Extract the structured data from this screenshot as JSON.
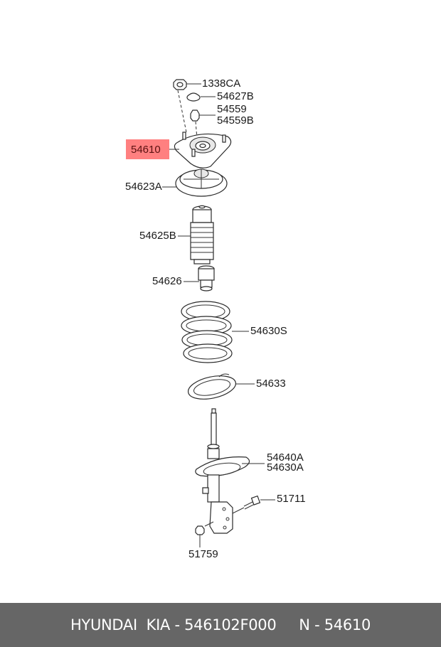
{
  "diagram": {
    "highlighted_part": "54610",
    "highlight_color": "#ff8080",
    "labels": [
      {
        "id": "1338CA",
        "text": "1338CA"
      },
      {
        "id": "54627B",
        "text": "54627B"
      },
      {
        "id": "54559",
        "text": "54559"
      },
      {
        "id": "54559B",
        "text": "54559B"
      },
      {
        "id": "54610",
        "text": "54610"
      },
      {
        "id": "54623A",
        "text": "54623A"
      },
      {
        "id": "54625B",
        "text": "54625B"
      },
      {
        "id": "54626",
        "text": "54626"
      },
      {
        "id": "54630S",
        "text": "54630S"
      },
      {
        "id": "54633",
        "text": "54633"
      },
      {
        "id": "54640A",
        "text": "54640A"
      },
      {
        "id": "54630A",
        "text": "54630A"
      },
      {
        "id": "51711",
        "text": "51711"
      },
      {
        "id": "51759",
        "text": "51759"
      }
    ]
  },
  "footer": {
    "text": "HYUNDAI  KIA - 546102F000     N - 54610",
    "background": "#666666"
  }
}
